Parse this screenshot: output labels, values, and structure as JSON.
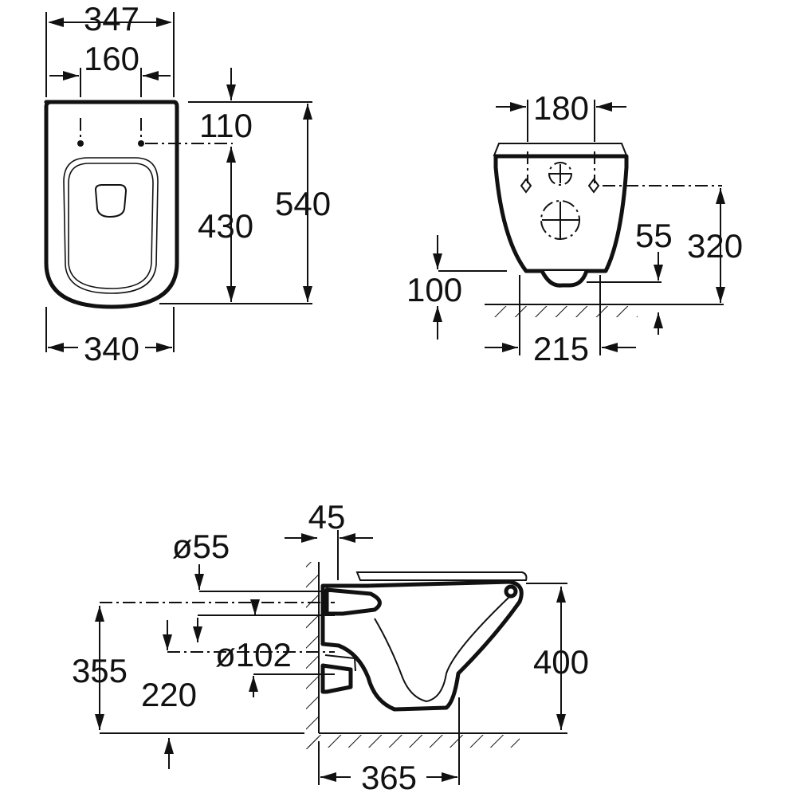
{
  "views": {
    "top": {
      "overall_width": "347",
      "fixing_spacing": "160",
      "fixing_from_back": "110",
      "fixing_to_front": "430",
      "overall_length": "540",
      "bowl_width": "340"
    },
    "rear": {
      "fixing_spacing": "180",
      "fixing_height": "320",
      "outlet_offset": "55",
      "floor_clearance": "100",
      "base_width": "215"
    },
    "side": {
      "wall_projection": "45",
      "inlet_diameter": "ø55",
      "outlet_diameter": "ø102",
      "inlet_height": "355",
      "outlet_height": "220",
      "rim_height": "400",
      "outlet_to_front": "365"
    }
  }
}
